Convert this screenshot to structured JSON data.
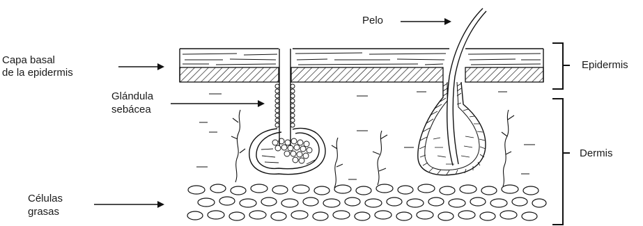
{
  "labels": {
    "pelo": "Pelo",
    "capa_basal_line1": "Capa basal",
    "capa_basal_line2": "de la epidermis",
    "glandula_line1": "Glándula",
    "glandula_line2": "sebácea",
    "celulas_line1": "Células",
    "celulas_line2": "grasas",
    "epidermis": "Epidermis",
    "dermis": "Dermis"
  },
  "colors": {
    "ink": "#111111",
    "background": "#ffffff"
  }
}
